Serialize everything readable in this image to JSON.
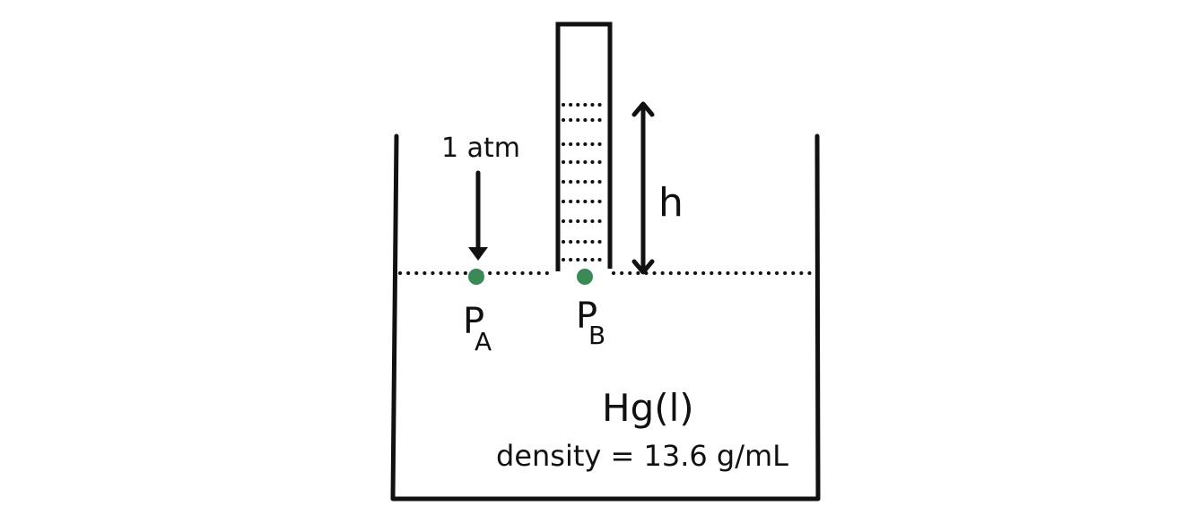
{
  "labels": {
    "pressure": "1 atm",
    "point_a": "P",
    "point_a_sub": "A",
    "point_b": "P",
    "point_b_sub": "B",
    "height": "h",
    "liquid": "Hg(l)",
    "density": "density = 13.6 g/mL"
  },
  "colors": {
    "ink": "#111111",
    "point": "#3a8a55"
  }
}
